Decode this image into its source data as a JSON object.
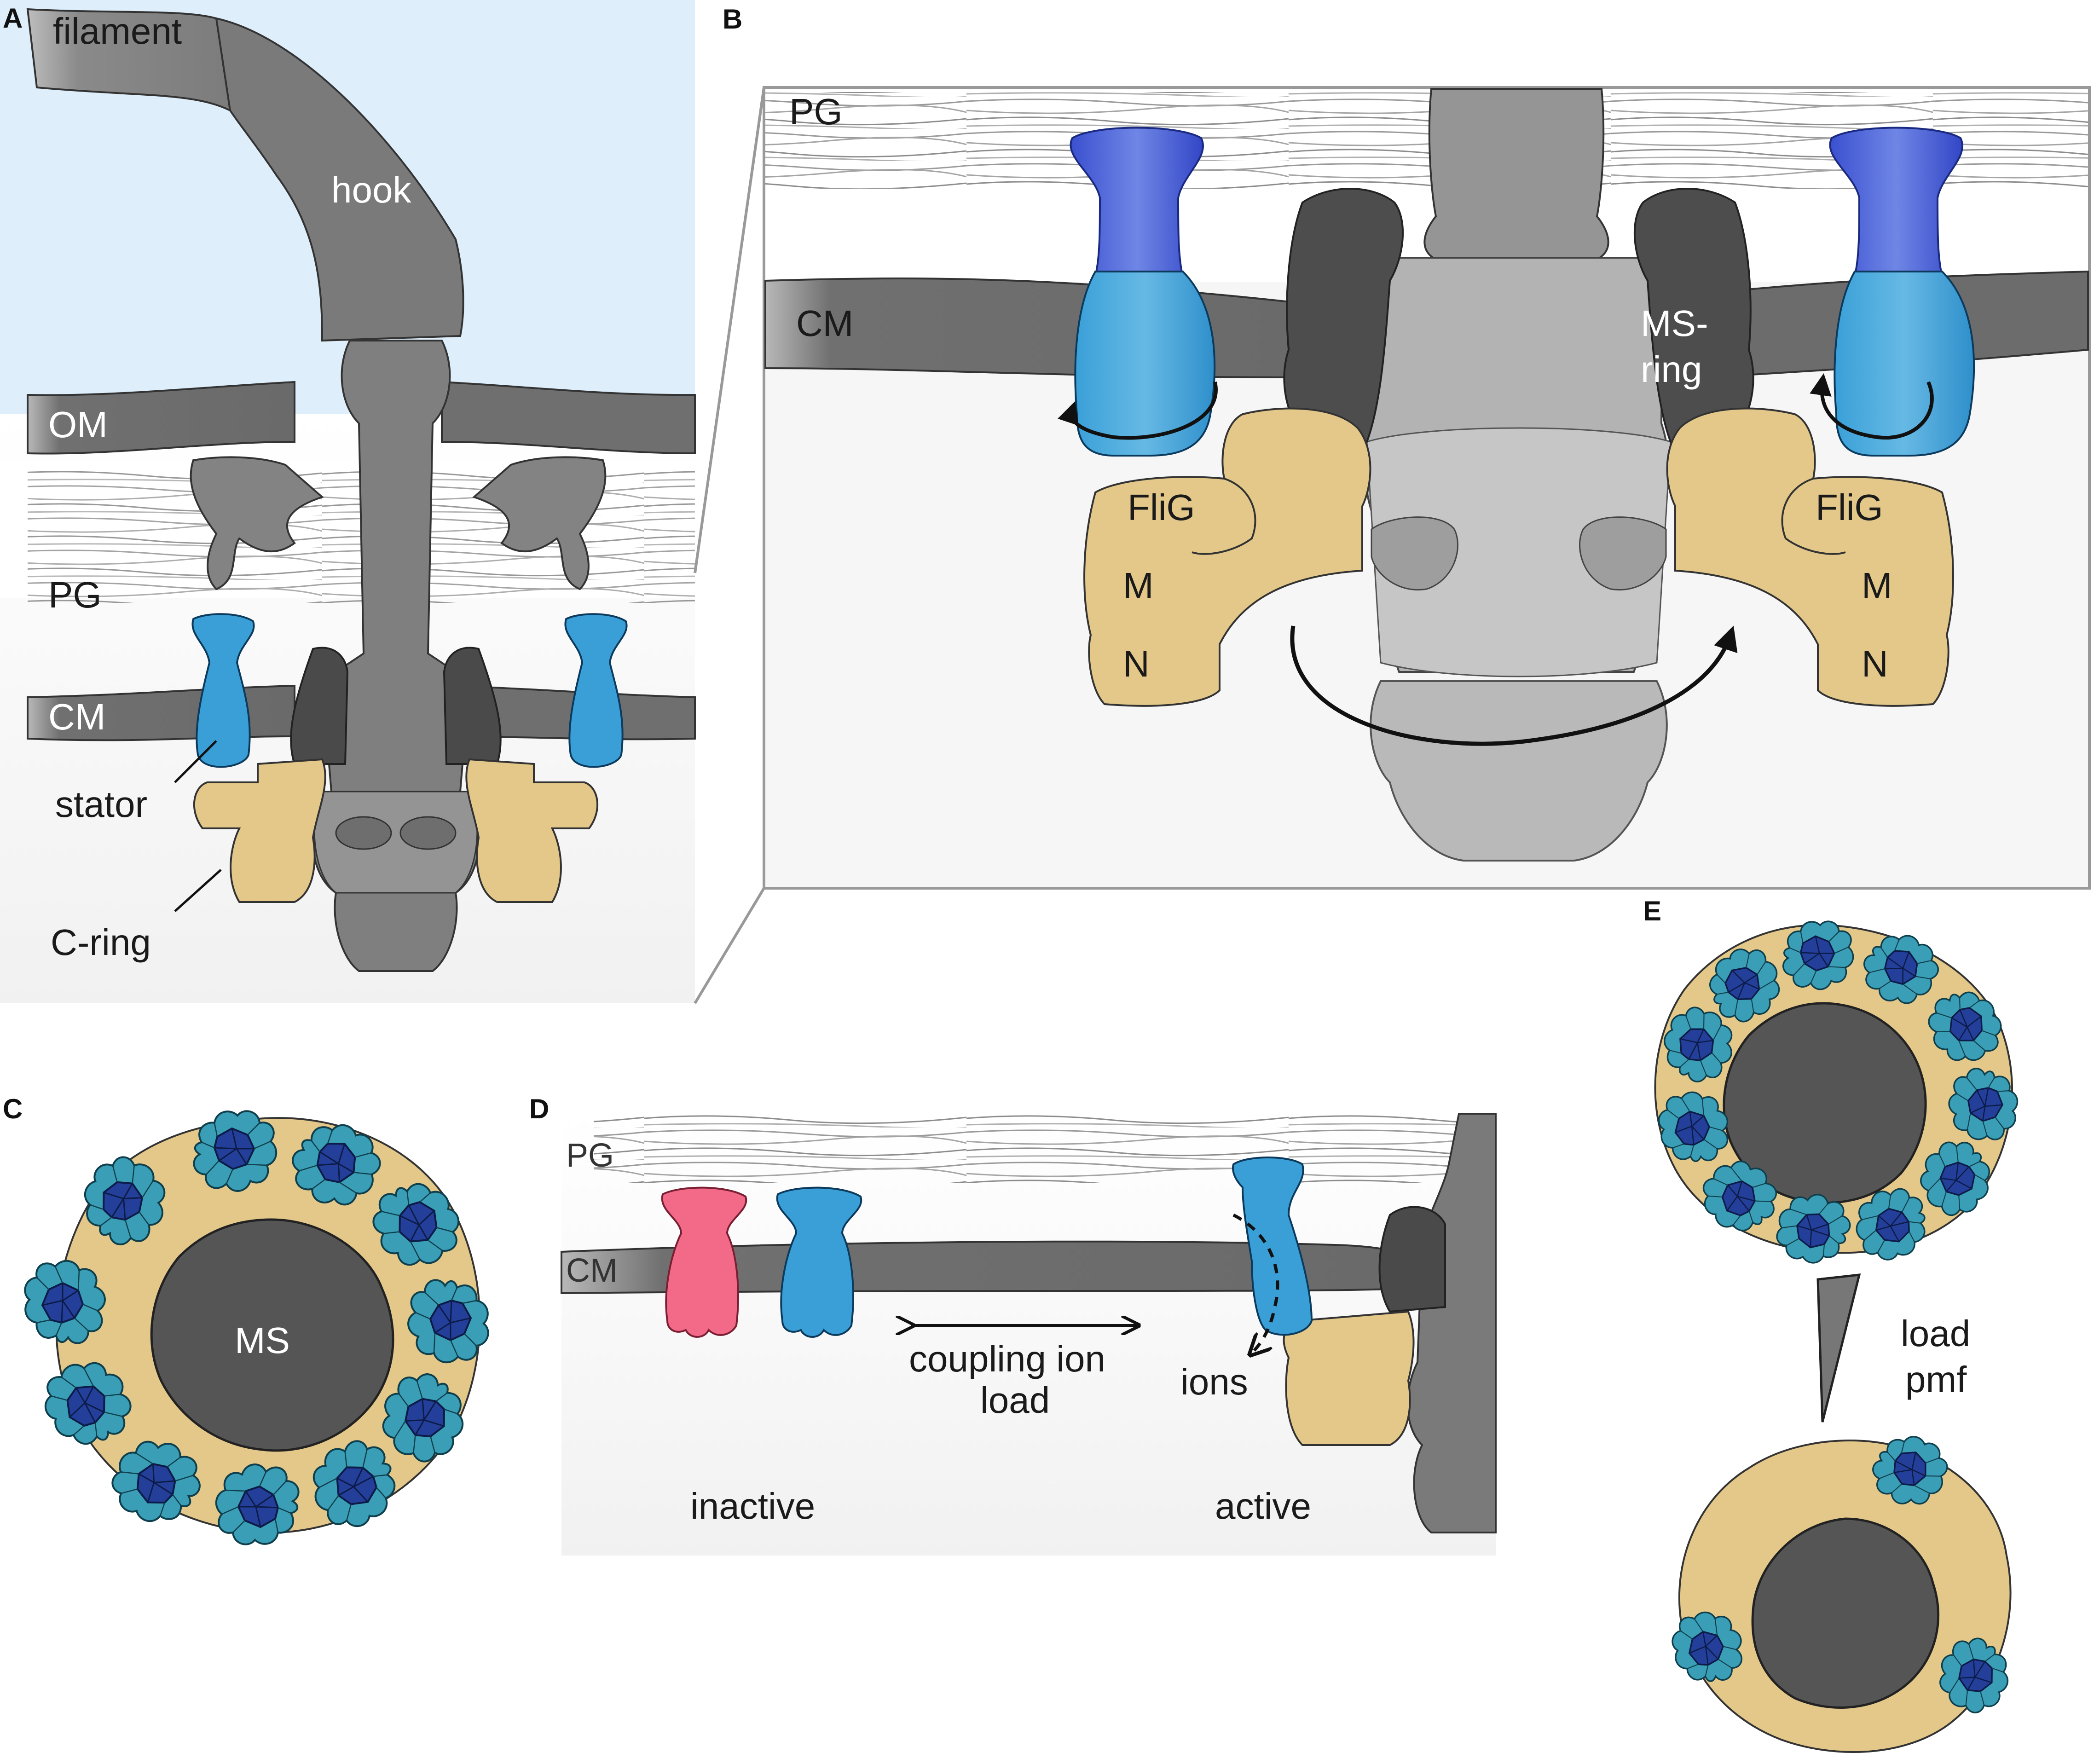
{
  "panels": {
    "A": {
      "letter": "A",
      "labels": {
        "filament": "filament",
        "hook": "hook",
        "om": "OM",
        "pg": "PG",
        "cm": "CM",
        "stator": "stator",
        "cring": "C-ring"
      }
    },
    "B": {
      "letter": "B",
      "labels": {
        "pg": "PG",
        "cm": "CM",
        "msring_1": "MS-",
        "msring_2": "ring",
        "flig_left": "FliG",
        "m_left": "M",
        "n_left": "N",
        "flig_right": "FliG",
        "m_right": "M",
        "n_right": "N"
      }
    },
    "C": {
      "letter": "C",
      "labels": {
        "ms": "MS"
      }
    },
    "D": {
      "letter": "D",
      "labels": {
        "pg": "PG",
        "cm": "CM",
        "coupling_1": "coupling ion",
        "coupling_2": "load",
        "ions": "ions",
        "inactive": "inactive",
        "active": "active"
      }
    },
    "E": {
      "letter": "E",
      "labels": {
        "load": "load",
        "pmf": "pmf"
      }
    }
  },
  "colors": {
    "periplasm_bg": "#deeefb",
    "membrane": "#707070",
    "rotor_gray": "#878787",
    "dark_gray": "#555555",
    "stator_blue": "#3a9fd6",
    "stator_dark_blue": "#3b57d0",
    "cring_tan": "#e3c88a",
    "inactive_pink": "#f26a87",
    "stator_teal": "#3a9eb6",
    "stator_navy": "#1f3a8a"
  }
}
